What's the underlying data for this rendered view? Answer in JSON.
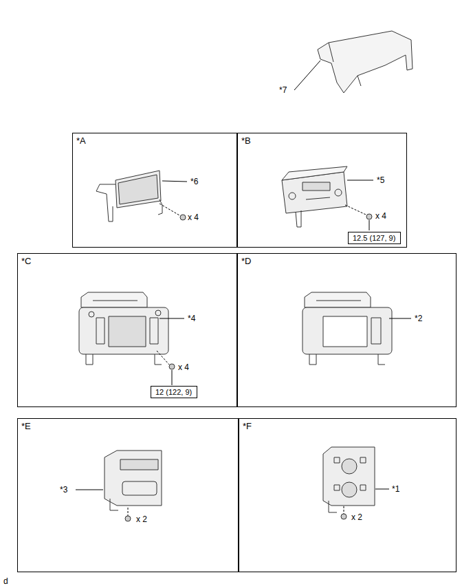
{
  "diagram": {
    "nodes": [
      {
        "text": [
          "*A"
        ]
      },
      {
        "text": [
          "*B"
        ]
      },
      {
        "text": [
          "12.5 (127, 9)"
        ],
        "in": 1
      },
      {
        "text": [
          "*C"
        ]
      },
      {
        "text": [
          "12 (122, 9)"
        ],
        "in": 3
      },
      {
        "text": [
          "*D"
        ]
      },
      {
        "text": [
          "*E"
        ]
      },
      {
        "text": [
          "*F"
        ]
      }
    ],
    "labels": [
      "*7",
      "*6",
      "x 4",
      "*5",
      "x 4",
      "*4",
      "x 4",
      "*2",
      "*3",
      "x 2",
      "*1",
      "x 2",
      "d"
    ]
  }
}
